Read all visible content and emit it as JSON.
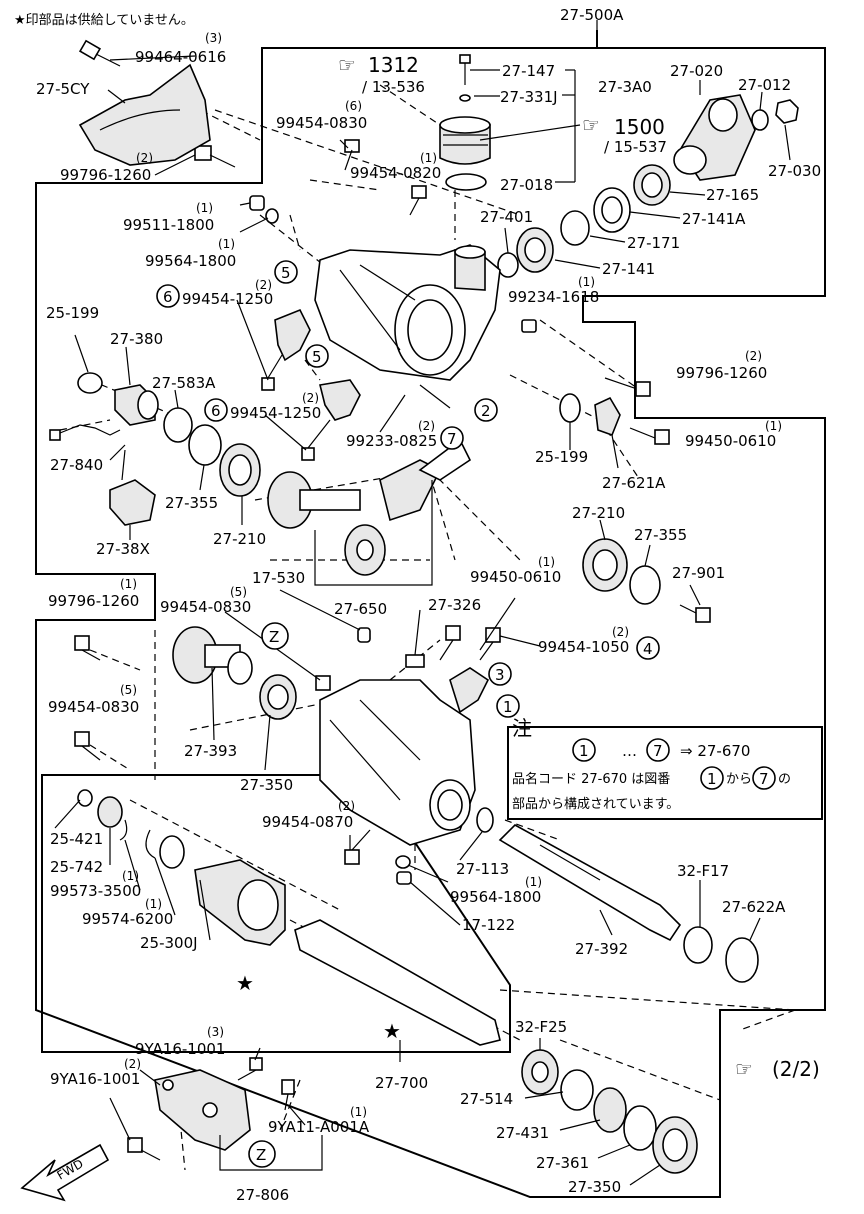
{
  "header": {
    "note": "★印部品は供給していません。",
    "assembly_top": "27-500A"
  },
  "notes_box": {
    "title": "注",
    "line1_range_start": "1",
    "line1_range_end": "7",
    "line1_sep": "…",
    "line1_arrow": "⇒ 27-670",
    "line2": "品名コード 27-670 は図番",
    "line2_from": "1",
    "line2_mid": "から",
    "line2_to": "7",
    "line2_end": "の",
    "line3": "部品から構成されています。"
  },
  "refs": {
    "ref1_main": "1312",
    "ref1_sub": "/ 13-536",
    "ref2_main": "1500",
    "ref2_sub": "/ 15-537",
    "ref3": "(2/2)"
  },
  "circled": {
    "c1": "1",
    "c2": "2",
    "c3": "3",
    "c4": "4",
    "c5a": "5",
    "c5b": "5",
    "c6a": "6",
    "c6b": "6",
    "c7": "7",
    "z1": "Z",
    "z2": "Z"
  },
  "fwd": "FWD",
  "stars": {
    "s1": "★",
    "s2": "★"
  },
  "labels": {
    "p27_147": "27-147",
    "p27_331j": "27-331J",
    "p27_3a0": "27-3A0",
    "p27_020": "27-020",
    "p27_012": "27-012",
    "p27_030": "27-030",
    "p27_018": "27-018",
    "p27_165": "27-165",
    "p27_141a": "27-141A",
    "p27_171": "27-171",
    "p27_141": "27-141",
    "p27_401": "27-401",
    "p99234": "99234-1618",
    "q99234": "(1)",
    "p99464": "99464-0616",
    "q99464": "(3)",
    "p27_5cy": "27-5CY",
    "p99796_a": "99796-1260",
    "q99796_a": "(2)",
    "p99454_0830_a": "99454-0830",
    "q99454_0830_a": "(6)",
    "p99454_0820": "99454-0820",
    "q99454_0820": "(1)",
    "p99511": "99511-1800",
    "q99511": "(1)",
    "p99564_a": "99564-1800",
    "q99564_a": "(1)",
    "p99454_1250_a": "99454-1250",
    "q99454_1250_a": "(2)",
    "p99454_1250_b": "99454-1250",
    "q99454_1250_b": "(2)",
    "p99233": "99233-0825",
    "q99233": "(2)",
    "p25_199_a": "25-199",
    "p27_380": "27-380",
    "p27_583a": "27-583A",
    "p27_840": "27-840",
    "p27_355_a": "27-355",
    "p27_210_a": "27-210",
    "p27_38x": "27-38X",
    "p99796_b": "99796-1260",
    "q99796_b": "(2)",
    "p99450_a": "99450-0610",
    "q99450_a": "(1)",
    "p25_199_b": "25-199",
    "p27_621a": "27-621A",
    "p27_210_b": "27-210",
    "p27_355_b": "27-355",
    "p27_901": "27-901",
    "p17_530": "17-530",
    "p27_650": "27-650",
    "p27_326": "27-326",
    "p99450_b": "99450-0610",
    "q99450_b": "(1)",
    "p99796_c": "99796-1260",
    "q99796_c": "(1)",
    "p99454_0830_b": "99454-0830",
    "q99454_0830_b": "(5)",
    "p99454_1050": "99454-1050",
    "q99454_1050": "(2)",
    "p27_393": "27-393",
    "p27_350_a": "27-350",
    "p99454_0830_c": "99454-0830",
    "q99454_0830_c": "(5)",
    "p99454_0870": "99454-0870",
    "q99454_0870": "(2)",
    "p27_113": "27-113",
    "p99564_b": "99564-1800",
    "q99564_b": "(1)",
    "p17_122": "17-122",
    "p25_421": "25-421",
    "p25_742": "25-742",
    "p99573": "99573-3500",
    "q99573": "(1)",
    "p99574": "99574-6200",
    "q99574": "(1)",
    "p25_300j": "25-300J",
    "p27_392": "27-392",
    "p32_f17": "32-F17",
    "p27_622a": "27-622A",
    "p27_700": "27-700",
    "p32_f25": "32-F25",
    "p27_514": "27-514",
    "p27_431": "27-431",
    "p27_361": "27-361",
    "p27_350_b": "27-350",
    "p9ya16_a": "9YA16-1001",
    "q9ya16_a": "(3)",
    "p9ya16_b": "9YA16-1001",
    "q9ya16_b": "(2)",
    "p9ya11": "9YA11-A001A",
    "q9ya11": "(1)",
    "p27_806": "27-806"
  }
}
